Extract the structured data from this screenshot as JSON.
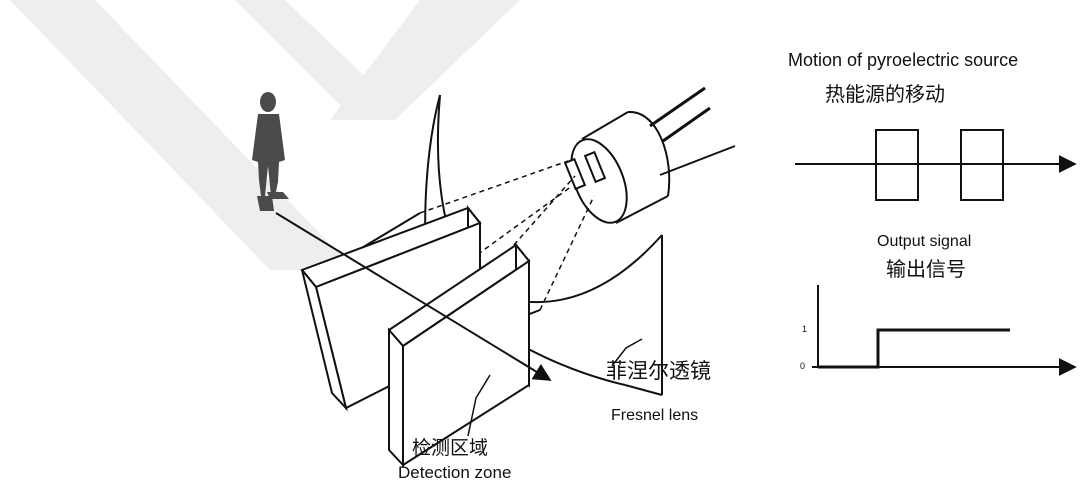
{
  "diagram": {
    "fresnel_lens_cn": "菲涅尔透镜",
    "fresnel_lens_en": "Fresnel lens",
    "detection_zone_cn": "检测区域",
    "detection_zone_en": "Detection zone"
  },
  "motion_panel": {
    "title_en": "Motion of pyroelectric source",
    "title_cn": "热能源的移动"
  },
  "output_panel": {
    "title_en": "Output signal",
    "title_cn": "输出信号",
    "level_high": "1",
    "level_low": "0"
  },
  "colors": {
    "line": "#111111",
    "watermark": "#eeeeee",
    "person": "#4a4a4a"
  }
}
